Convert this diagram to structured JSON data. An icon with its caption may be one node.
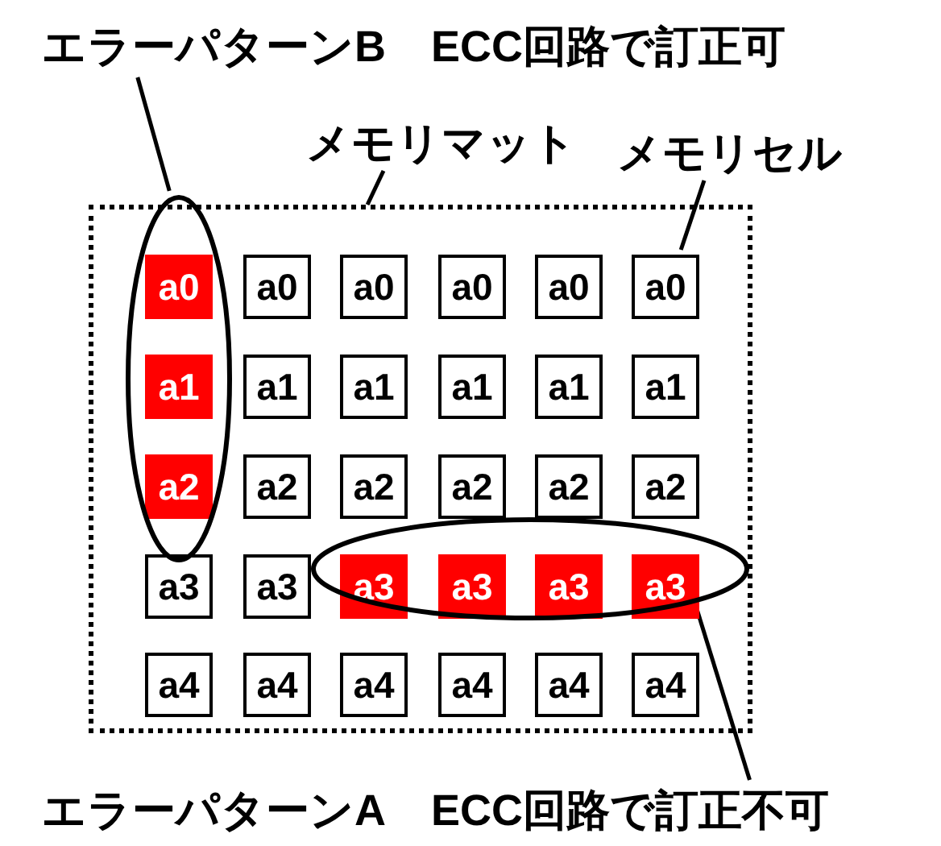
{
  "diagram": {
    "nodes": [
      {
        "text": [
          "エラーパターンB",
          "ECC回路で訂正可"
        ]
      },
      {
        "text": [
          "メモリマット"
        ]
      },
      {
        "text": [
          "メモリセル"
        ]
      },
      {
        "text": [],
        "shape": "box"
      },
      {
        "text": [
          "a0"
        ],
        "in": 34
      },
      {
        "text": [
          "a0"
        ],
        "in": 3
      },
      {
        "text": [
          "a0"
        ],
        "in": 3
      },
      {
        "text": [
          "a0"
        ],
        "in": 3
      },
      {
        "text": [
          "a0"
        ],
        "in": 3
      },
      {
        "text": [
          "a0"
        ],
        "in": 3
      },
      {
        "text": [
          "a1"
        ],
        "in": 34
      },
      {
        "text": [
          "a1"
        ],
        "in": 3
      },
      {
        "text": [
          "a1"
        ],
        "in": 3
      },
      {
        "text": [
          "a1"
        ],
        "in": 3
      },
      {
        "text": [
          "a1"
        ],
        "in": 3
      },
      {
        "text": [
          "a1"
        ],
        "in": 3
      },
      {
        "text": [
          "a2"
        ],
        "in": 34
      },
      {
        "text": [
          "a2"
        ],
        "in": 3
      },
      {
        "text": [
          "a2"
        ],
        "in": 3
      },
      {
        "text": [
          "a2"
        ],
        "in": 3
      },
      {
        "text": [
          "a2"
        ],
        "in": 3
      },
      {
        "text": [
          "a2"
        ],
        "in": 3
      },
      {
        "text": [
          "a3"
        ],
        "in": 3
      },
      {
        "text": [
          "a3"
        ],
        "in": 3
      },
      {
        "text": [
          "a3"
        ],
        "in": 35
      },
      {
        "text": [
          "a3"
        ],
        "in": 35
      },
      {
        "text": [
          "a3"
        ],
        "in": 35
      },
      {
        "text": [
          "a3"
        ],
        "in": 35
      },
      {
        "text": [
          "a4"
        ],
        "in": 3
      },
      {
        "text": [
          "a4"
        ],
        "in": 3
      },
      {
        "text": [
          "a4"
        ],
        "in": 3
      },
      {
        "text": [
          "a4"
        ],
        "in": 3
      },
      {
        "text": [
          "a4"
        ],
        "in": 3
      },
      {
        "text": [
          "a4"
        ],
        "in": 3
      },
      {
        "text": [],
        "shape": "ellipse",
        "in": 3
      },
      {
        "text": [],
        "shape": "ellipse",
        "in": 3
      },
      {
        "text": [
          "エラーパターンA",
          "ECC回路で訂正不可"
        ]
      }
    ],
    "edges": [
      {
        "from": 0,
        "to": 34,
        "arrow": "none"
      },
      {
        "from": 1,
        "to": 3,
        "arrow": "none"
      },
      {
        "from": 2,
        "to": 9,
        "arrow": "none"
      },
      {
        "from": 36,
        "to": 35,
        "arrow": "none"
      }
    ]
  }
}
